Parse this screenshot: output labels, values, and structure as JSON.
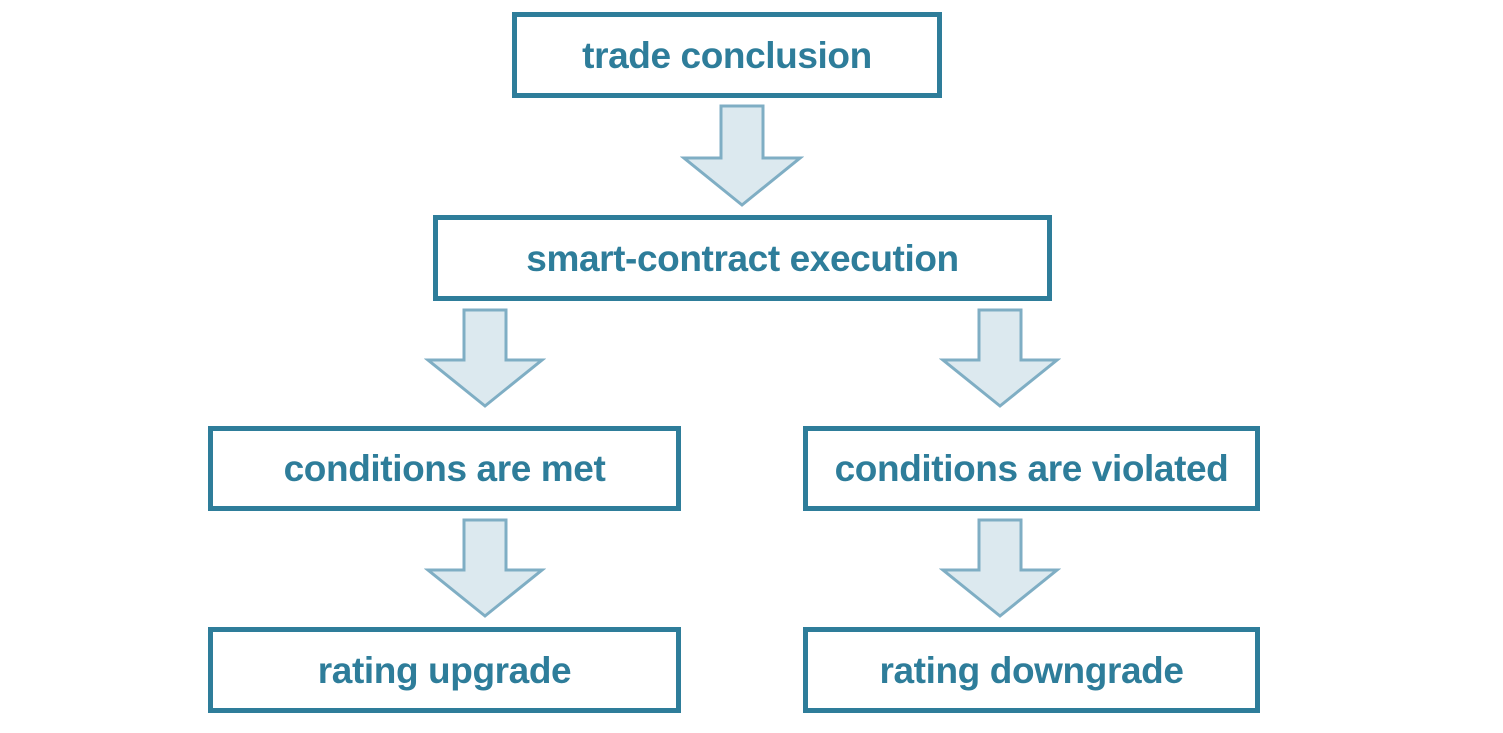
{
  "diagram": {
    "type": "flowchart",
    "orientation": "top-down",
    "colors": {
      "node_border": "#2E7D9A",
      "node_text": "#2E7D9A",
      "node_fill": "#FFFFFF",
      "arrow_fill": "#DCE9EF",
      "arrow_stroke": "#7FAEC4",
      "background": "#FFFFFF"
    },
    "nodes": [
      {
        "id": "trade",
        "label": "trade conclusion"
      },
      {
        "id": "smart",
        "label": "smart-contract execution"
      },
      {
        "id": "cond_met",
        "label": "conditions are met"
      },
      {
        "id": "cond_violated",
        "label": "conditions are violated"
      },
      {
        "id": "upgrade",
        "label": "rating upgrade"
      },
      {
        "id": "downgrade",
        "label": "rating downgrade"
      }
    ],
    "edges": [
      {
        "from": "trade",
        "to": "smart",
        "marker": "down-block-arrow"
      },
      {
        "from": "smart",
        "to": "cond_met",
        "marker": "down-block-arrow"
      },
      {
        "from": "smart",
        "to": "cond_violated",
        "marker": "down-block-arrow"
      },
      {
        "from": "cond_met",
        "to": "upgrade",
        "marker": "down-block-arrow"
      },
      {
        "from": "cond_violated",
        "to": "downgrade",
        "marker": "down-block-arrow"
      }
    ]
  }
}
